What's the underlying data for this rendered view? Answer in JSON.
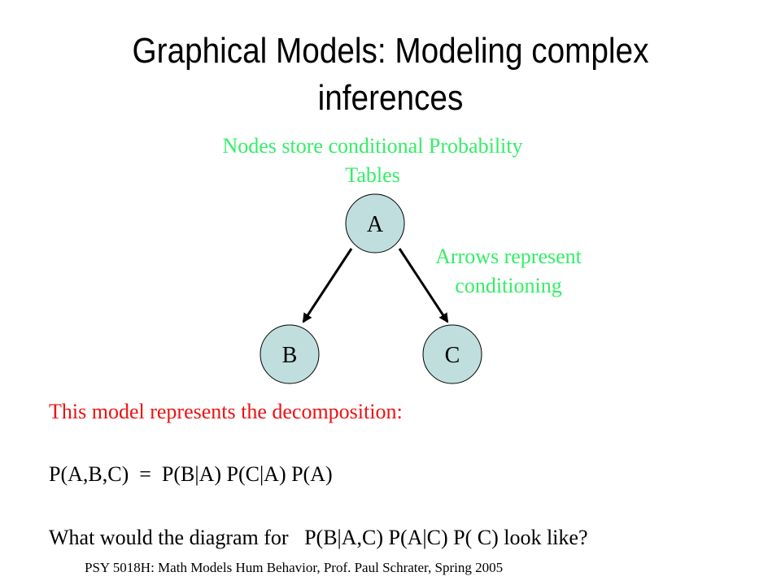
{
  "slide": {
    "title": "Graphical Models:  Modeling complex inferences",
    "notes": {
      "nodes_note": "Nodes store conditional Probability Tables",
      "arrows_note": "Arrows represent conditioning"
    },
    "nodes": [
      {
        "id": "A",
        "label": "A"
      },
      {
        "id": "B",
        "label": "B"
      },
      {
        "id": "C",
        "label": "C"
      }
    ],
    "edges": [
      {
        "from": "A",
        "to": "B"
      },
      {
        "from": "A",
        "to": "C"
      }
    ],
    "body": {
      "line1": "This model represents the decomposition:",
      "line2": "P(A,B,C)  =  P(B|A) P(C|A) P(A)",
      "line3": "What would the diagram for   P(B|A,C) P(A|C) P( C) look like?"
    },
    "footer": "PSY 5018H: Math Models Hum Behavior, Prof. Paul Schrater, Spring 2005"
  },
  "colors": {
    "note_text": "#33ee66",
    "red_text": "#ee1111",
    "node_fill": "#c0dede",
    "node_stroke": "#000000",
    "arrow": "#000000"
  }
}
